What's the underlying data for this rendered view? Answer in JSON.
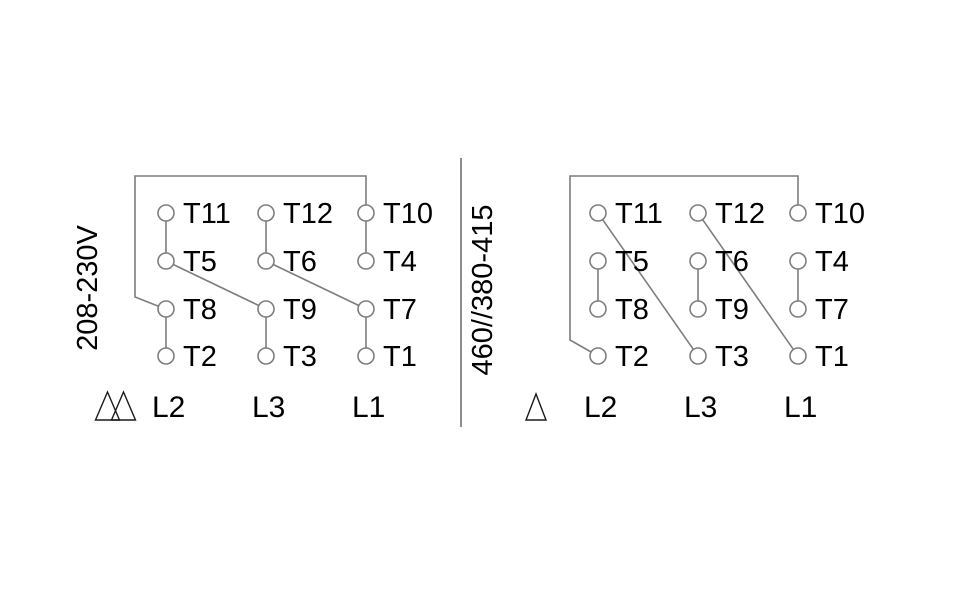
{
  "figure": {
    "background_color": "#ffffff",
    "wire_color": "#7d7d7d",
    "text_color": "#000000"
  },
  "diagrams": [
    {
      "voltage_label": "208-230V",
      "connection": "double-delta",
      "terminals": [
        "T11",
        "T12",
        "T10",
        "T5",
        "T6",
        "T4",
        "T8",
        "T9",
        "T7",
        "T2",
        "T3",
        "T1"
      ],
      "line_leads": [
        "L2",
        "L3",
        "L1"
      ]
    },
    {
      "voltage_label": "460//380-415",
      "connection": "delta",
      "terminals": [
        "T11",
        "T12",
        "T10",
        "T5",
        "T6",
        "T4",
        "T8",
        "T9",
        "T7",
        "T2",
        "T3",
        "T1"
      ],
      "line_leads": [
        "L2",
        "L3",
        "L1"
      ]
    }
  ]
}
